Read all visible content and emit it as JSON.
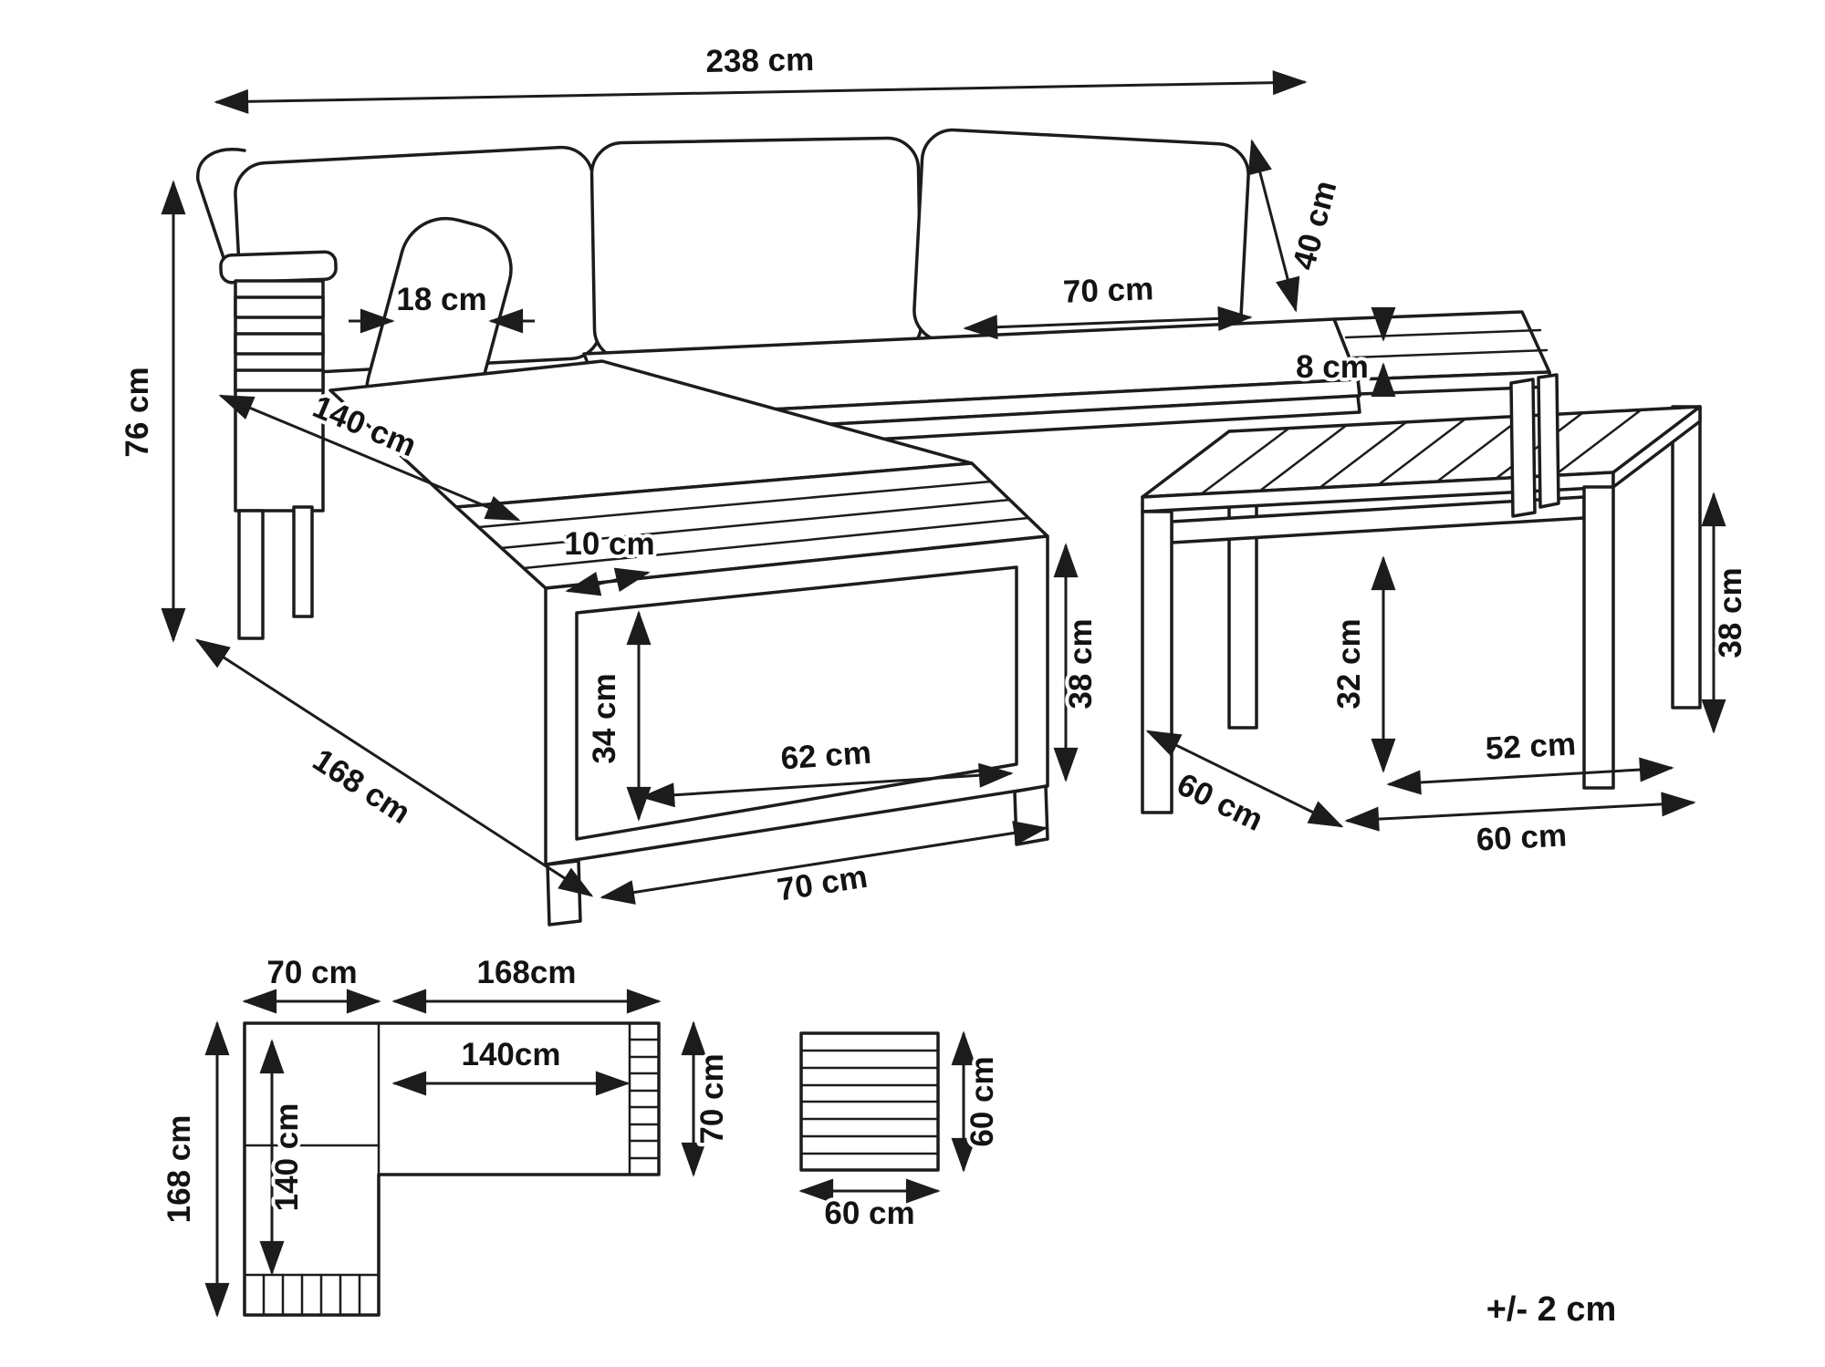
{
  "tolerance_note": "+/- 2 cm",
  "sofa_view": {
    "total_width": "238 cm",
    "total_height": "76 cm",
    "back_cushion_height": "40 cm",
    "armrest_pillow_width": "18 cm",
    "back_cushion_width": "70 cm",
    "cushion_thickness": "8 cm",
    "chaise_length": "140 cm",
    "slat_width": "10 cm",
    "panel_inner_height": "34 cm",
    "frame_height": "38 cm",
    "panel_inner_width": "62 cm",
    "chaise_front_width": "70 cm",
    "total_depth": "168 cm"
  },
  "table_view": {
    "height": "38 cm",
    "inner_height": "32 cm",
    "inner_width": "52 cm",
    "depth": "60 cm",
    "width": "60 cm"
  },
  "sofa_plan": {
    "left_section_width": "70 cm",
    "long_section_length": "168cm",
    "long_cushion_length": "140cm",
    "long_section_depth": "70 cm",
    "left_section_length": "168 cm",
    "left_cushion_length": "140 cm"
  },
  "table_plan": {
    "depth": "60 cm",
    "width": "60 cm"
  }
}
